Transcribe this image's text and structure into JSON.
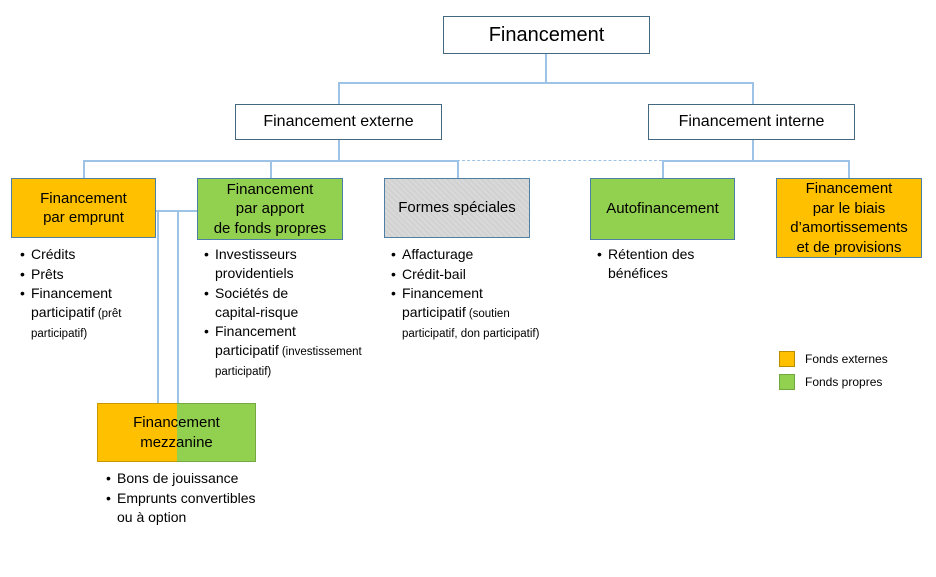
{
  "bullet_char": "•",
  "colors": {
    "orange": "#FFC000",
    "green": "#92D050",
    "gray": "#D9D9D9",
    "connector": "#9DC3E6"
  },
  "tree": {
    "root": {
      "label": "Financement"
    },
    "externe": {
      "label": "Financement externe"
    },
    "interne": {
      "label": "Financement interne"
    }
  },
  "nodes": {
    "emprunt": {
      "label": "Financement\npar emprunt"
    },
    "apport": {
      "label": "Financement\npar apport\nde fonds propres"
    },
    "speciales": {
      "label": "Formes spéciales"
    },
    "auto": {
      "label": "Autofinancement"
    },
    "amort": {
      "label": "Financement\npar le biais\nd’amortissements\net de provisions"
    },
    "mezzanine": {
      "label": "Financement\nmezzanine"
    }
  },
  "lists": {
    "emprunt": [
      {
        "main": "Crédits",
        "small": ""
      },
      {
        "main": "Prêts",
        "small": ""
      },
      {
        "main": "Financement participatif",
        "small": "(prêt participatif)"
      }
    ],
    "apport": [
      {
        "main": "Investisseurs providentiels",
        "small": ""
      },
      {
        "main": "Sociétés de capital-risque",
        "small": ""
      },
      {
        "main": "Financement participatif",
        "small": "(investissement participatif)"
      }
    ],
    "speciales": [
      {
        "main": "Affacturage",
        "small": ""
      },
      {
        "main": "Crédit-bail",
        "small": ""
      },
      {
        "main": "Financement participatif",
        "small": "(soutien participatif, don participatif)"
      }
    ],
    "auto": [
      {
        "main": "Rétention des bénéfices",
        "small": ""
      }
    ],
    "mezzanine": [
      {
        "main": "Bons de jouissance",
        "small": ""
      },
      {
        "main": "Emprunts convertibles ou à option",
        "small": ""
      }
    ]
  },
  "legend": {
    "items": [
      {
        "label": "Fonds externes",
        "color": "orange"
      },
      {
        "label": "Fonds propres",
        "color": "green"
      }
    ]
  }
}
